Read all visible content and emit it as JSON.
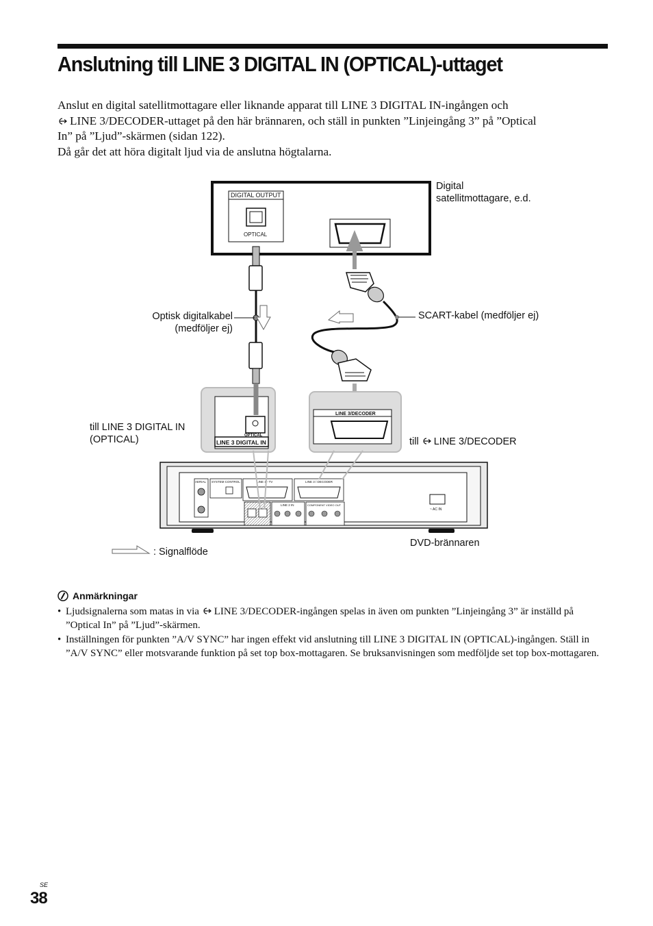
{
  "heading": "Anslutning till LINE 3 DIGITAL IN (OPTICAL)-uttaget",
  "intro": {
    "line1": "Anslut en digital satellitmottagare eller liknande apparat till LINE 3 DIGITAL IN-ingången och",
    "line2": "LINE 3/DECODER-uttaget på den här brännaren, och ställ in punkten ”Linjeingång 3” på ”Optical",
    "line3": "In” på ”Ljud”-skärmen (sidan 122).",
    "line4": "Då går det att höra digitalt ljud via de anslutna högtalarna."
  },
  "diagram": {
    "satellite_label_1": "Digital",
    "satellite_label_2": "satellitmottagare, e.d.",
    "digital_output": "DIGITAL OUTPUT",
    "optical_small": "OPTICAL",
    "optical_cable_1": "Optisk digitalkabel",
    "optical_cable_2": "(medföljer ej)",
    "scart_cable": "SCART-kabel (medföljer ej)",
    "to_line3_digital_1": "till LINE 3 DIGITAL IN",
    "to_line3_digital_2": "(OPTICAL)",
    "to_line3_decoder_prefix": "till",
    "to_line3_decoder": "LINE 3/DECODER",
    "zoom_optical": "OPTICAL",
    "zoom_line3_digital": "LINE 3  DIGITAL IN",
    "zoom_line3_decoder": "LINE 3/DECODER",
    "panel_aerial": "AERIAL",
    "panel_system_control": "SYSTEM CONTROL",
    "panel_line1_tv": "LINE 1 - TV",
    "panel_line3_decoder": "LINE 3 / DECODER",
    "panel_line2_in": "LINE 2 IN",
    "panel_component": "COMPONENT VIDEO OUT",
    "panel_ac_in": "~ AC IN",
    "dvd_recorder": "DVD-brännaren",
    "signal_flow": ": Signalflöde"
  },
  "notes": {
    "heading": "Anmärkningar",
    "items": [
      "Ljudsignalerna som matas in via",
      "LINE 3/DECODER-ingången spelas in även om punkten ”Linjeingång 3” är inställd på ”Optical In” på ”Ljud”-skärmen.",
      "Inställningen för punkten ”A/V SYNC” har ingen effekt vid anslutning till LINE 3 DIGITAL IN (OPTICAL)-ingången. Ställ in ”A/V SYNC” eller motsvarande funktion på set top box-mottagaren. Se bruksanvisningen som medföljde set top box-mottagaren."
    ]
  },
  "footer": {
    "lang": "SE",
    "page": "38"
  },
  "icons": [
    "line-input-icon",
    "notes-pencil-icon"
  ]
}
